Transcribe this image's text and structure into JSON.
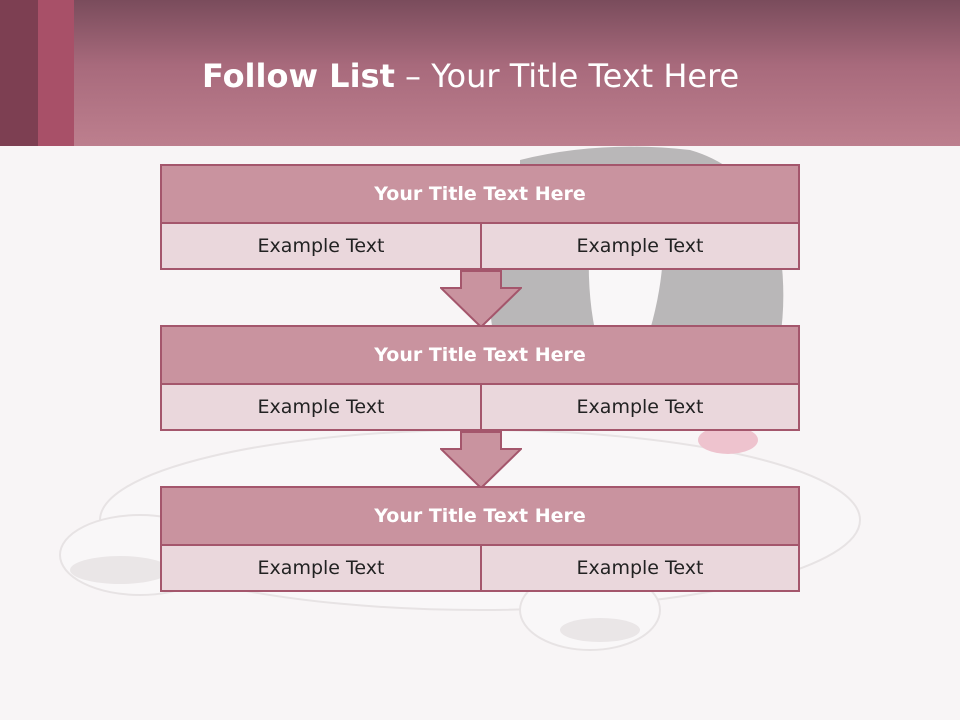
{
  "slide": {
    "title_bold": "Follow List",
    "title_rest": " – Your Title Text Here"
  },
  "blocks": [
    {
      "title": "Your Title Text Here",
      "left": "Example Text",
      "right": "Example Text"
    },
    {
      "title": "Your Title Text Here",
      "left": "Example Text",
      "right": "Example Text"
    },
    {
      "title": "Your Title Text Here",
      "left": "Example Text",
      "right": "Example Text"
    }
  ],
  "colors": {
    "header": "#b77a89",
    "accent_dark": "#7d3f52",
    "accent_mid": "#a85068",
    "block_title": "#c9939f",
    "block_cell": "#ead7dc",
    "border": "#a4566c",
    "arrow": "#c9939f"
  },
  "icons": {
    "arrow": "down-arrow-icon",
    "background": "dog-illustration"
  }
}
